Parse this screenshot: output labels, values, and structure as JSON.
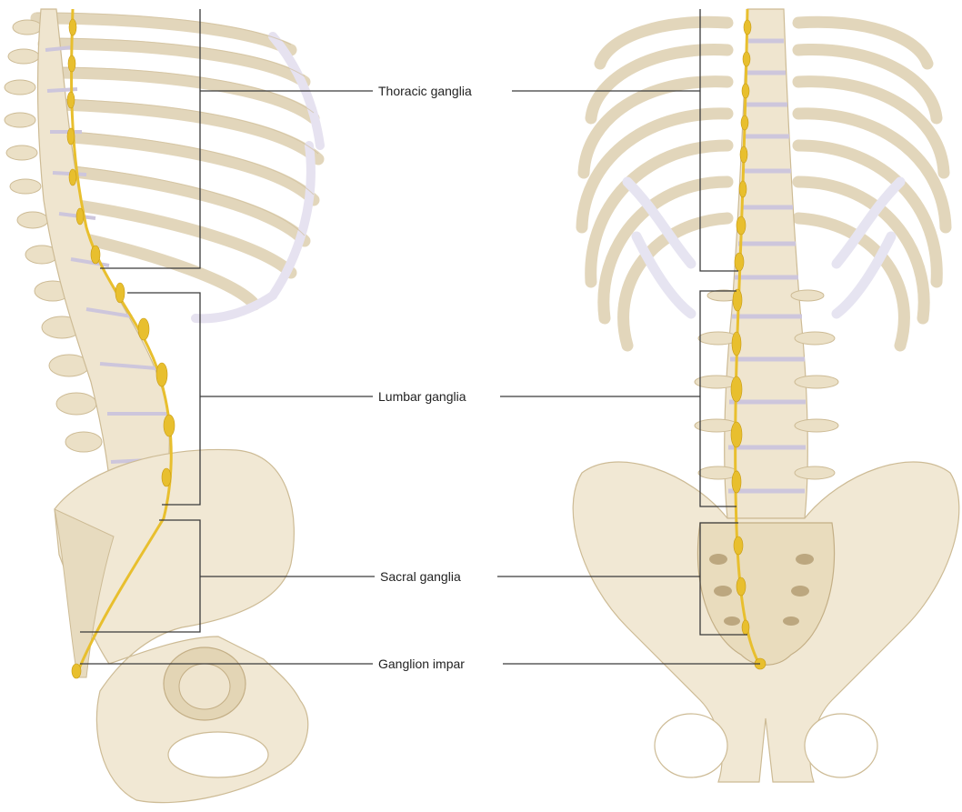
{
  "labels": {
    "thoracic": "Thoracic ganglia",
    "lumbar": "Lumbar ganglia",
    "sacral": "Sacral ganglia",
    "impar": "Ganglion impar"
  },
  "colors": {
    "bone": "#efe5cf",
    "bone_shadow": "#d9c9a6",
    "bone_outline": "#cdbb95",
    "cartilage": "#e6e4f1",
    "disc": "#cdc6dc",
    "ganglion": "#e8bf2e",
    "ganglion_dark": "#c79a12",
    "bracket_line": "#3a3a3a"
  }
}
